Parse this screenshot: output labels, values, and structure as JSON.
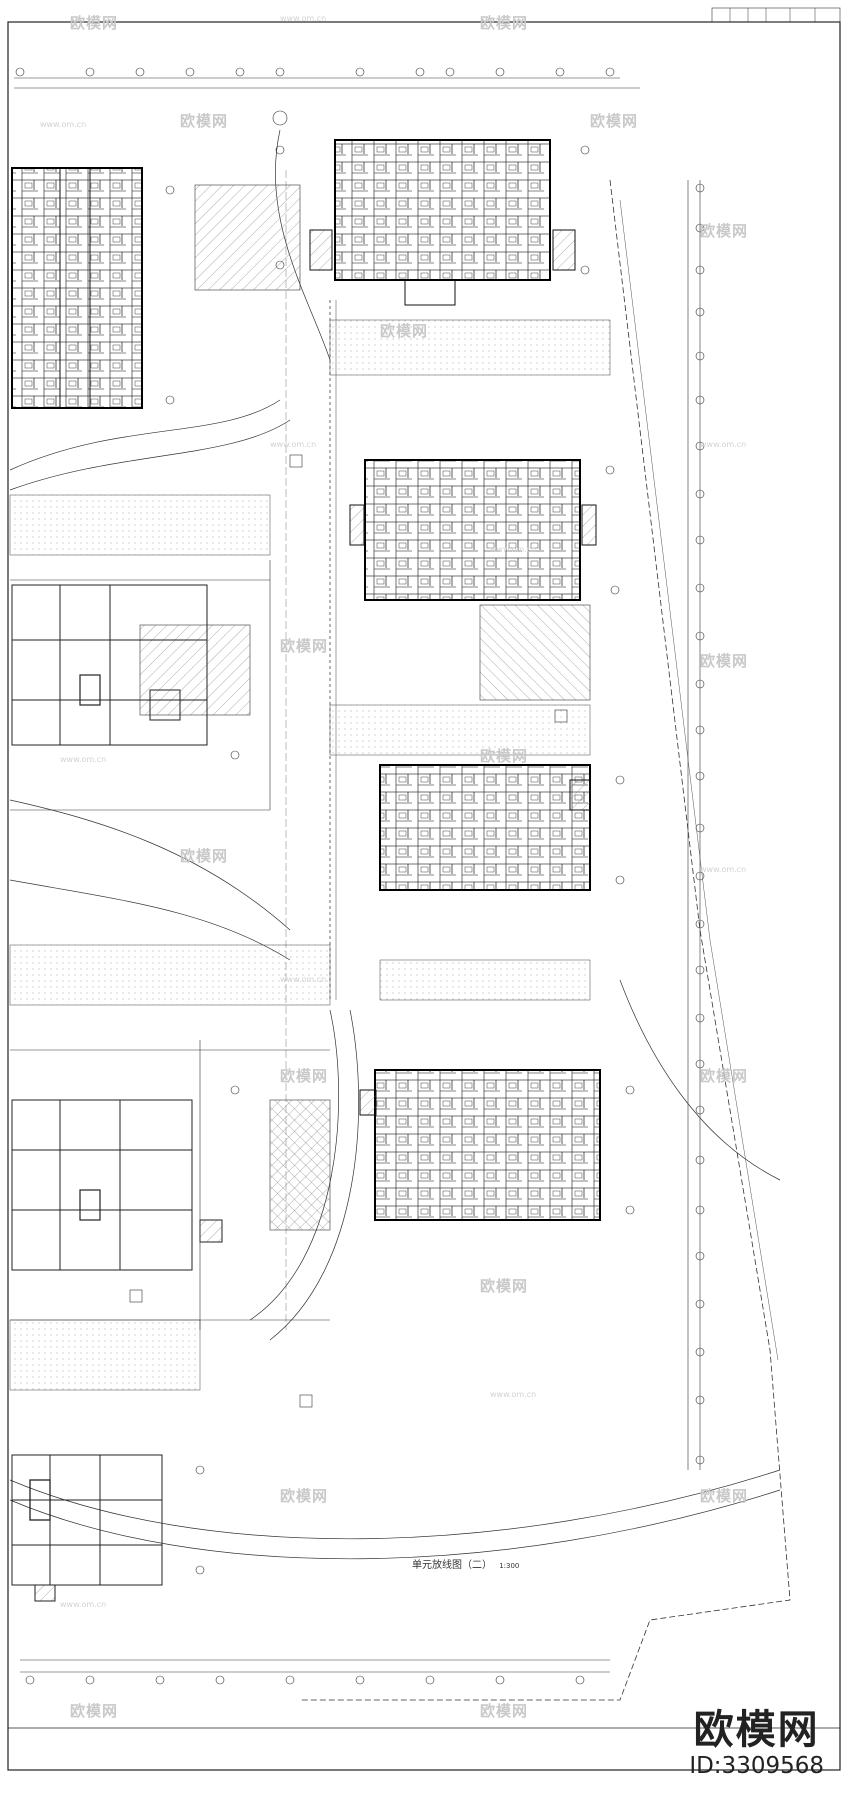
{
  "drawing": {
    "title": "单元放线图（二）",
    "scale": "1:300"
  },
  "watermark": {
    "brand_text": "欧模网",
    "url_text": "www.om.cn"
  },
  "branding": {
    "logo_text": "欧模网",
    "id_text": "ID:3309568"
  },
  "colors": {
    "line": "#222222",
    "hatch": "#666666",
    "watermark": "#cccccc",
    "background": "#ffffff"
  }
}
